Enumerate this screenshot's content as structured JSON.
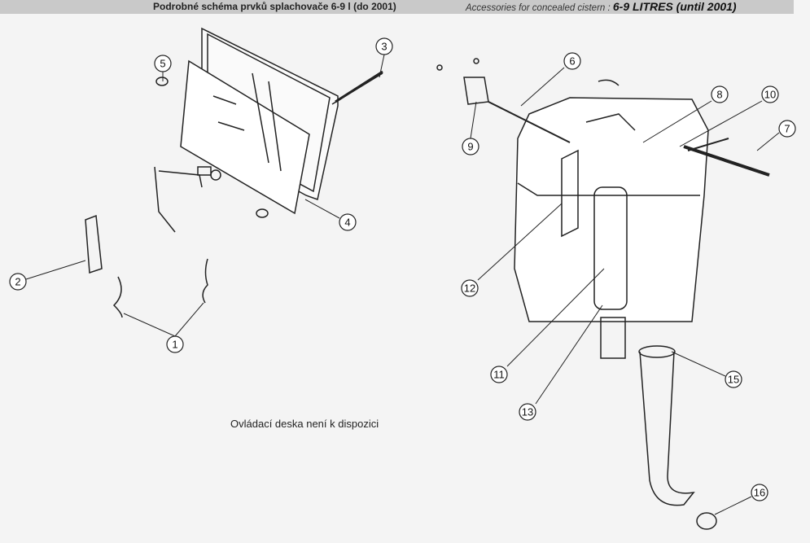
{
  "header": {
    "title_cz": "Podrobné schéma prvků splachovače 6-9 l (do 2001)",
    "title_en_prefix": "Accessories for concealed cistern : ",
    "title_en_emphasis": "6-9 LITRES (until 2001)"
  },
  "note": "Ovládací deska není k dispozici",
  "callouts": [
    "1",
    "2",
    "3",
    "4",
    "5",
    "6",
    "7",
    "8",
    "9",
    "10",
    "11",
    "12",
    "13",
    "15",
    "16"
  ]
}
